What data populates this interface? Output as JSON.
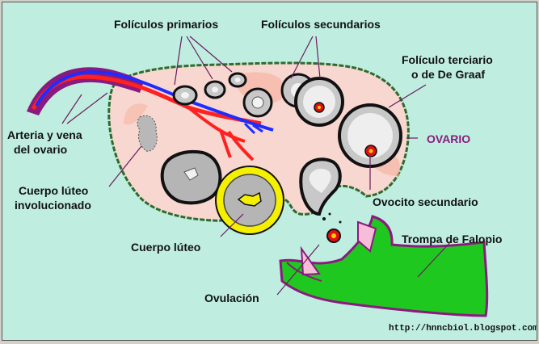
{
  "labels": {
    "foliculos_primarios": "Folículos primarios",
    "foliculos_secundarios": "Folículos secundarios",
    "foliculo_terciario_1": "Folículo terciario",
    "foliculo_terciario_2": "o de De Graaf",
    "ovario": "OVARIO",
    "arteria_vena_1": "Arteria y vena",
    "arteria_vena_2": "del ovario",
    "cuerpo_luteo_inv_1": "Cuerpo lúteo",
    "cuerpo_luteo_inv_2": "involucionado",
    "ovocito_secundario": "Ovocito secundario",
    "trompa_falopio": "Trompa de Falopio",
    "cuerpo_luteo": "Cuerpo lúteo",
    "ovulacion": "Ovulación"
  },
  "footer": {
    "url": "http://hnncbiol.blogspot.com"
  },
  "colors": {
    "background": "#bfeee0",
    "ovary_fill": "#f7d7cf",
    "ovary_outline": "#2f6b2f",
    "artery": "#ff2020",
    "vein": "#1e2cff",
    "vessel_sheath": "#8b1a7e",
    "fallopian_tube": "#1fc81f",
    "corpus_luteum": "#f4f000",
    "oocyte": "#e01010",
    "ovario_label": "#8b1a7e"
  }
}
